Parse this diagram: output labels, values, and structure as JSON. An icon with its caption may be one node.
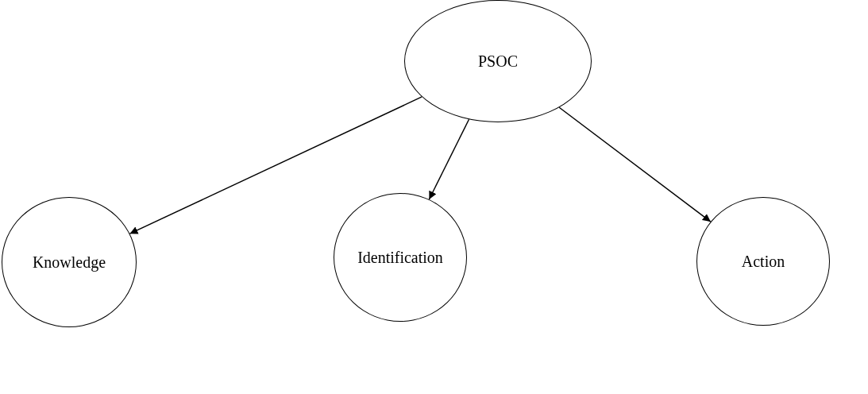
{
  "diagram": {
    "nodes": [
      {
        "text": [
          "PSOC"
        ]
      },
      {
        "text": [
          "Knowledge"
        ]
      },
      {
        "text": [
          "Identification"
        ]
      },
      {
        "text": [
          "Action"
        ]
      }
    ],
    "edges": [
      {
        "from": 0,
        "to": 1,
        "arrow": "to"
      },
      {
        "from": 0,
        "to": 2,
        "arrow": "to"
      },
      {
        "from": 0,
        "to": 3,
        "arrow": "to"
      }
    ]
  }
}
